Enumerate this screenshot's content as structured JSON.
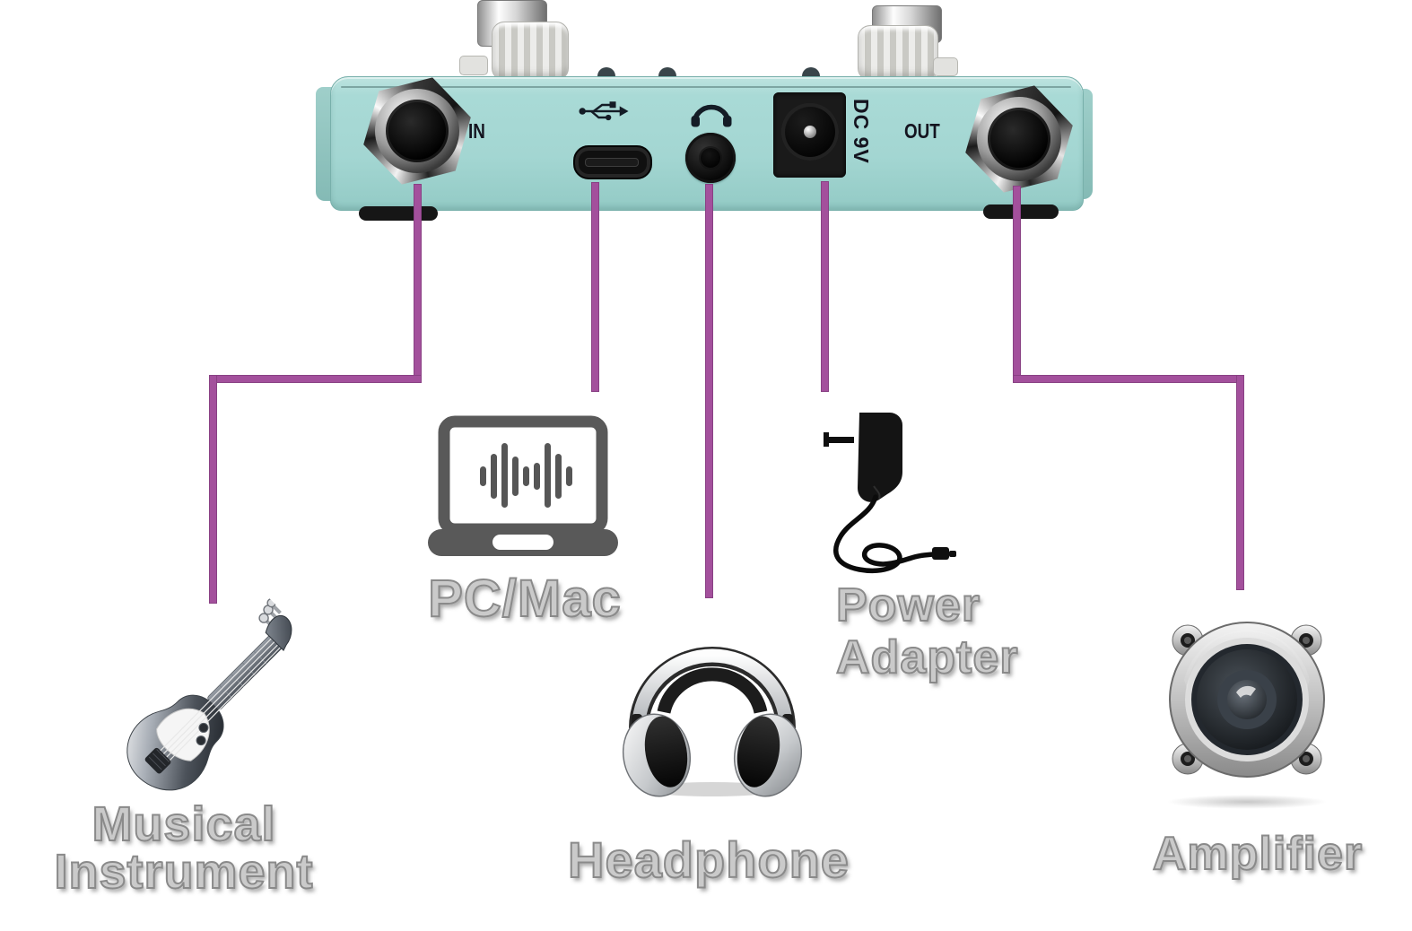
{
  "device": {
    "name": "pedal-rear-panel",
    "body_color": "#a6d8d4",
    "ports": {
      "in_label": "IN",
      "out_label": "OUT",
      "dc_label": "DC 9V",
      "usb_icon": "usb-icon",
      "headphone_icon": "headphone-icon"
    },
    "knob_count": 2
  },
  "wire_color": "#a3509c",
  "label_text_color": "#cacaca",
  "connections": [
    {
      "id": "musical-instrument",
      "icon": "electric-guitar-icon",
      "label_line1": "Musical",
      "label_line2": "Instrument"
    },
    {
      "id": "pc-mac",
      "icon": "laptop-audio-icon",
      "label": "PC/Mac"
    },
    {
      "id": "headphone",
      "icon": "headphones-icon",
      "label": "Headphone"
    },
    {
      "id": "power-adapter",
      "icon": "power-adapter-icon",
      "label_line1": "Power",
      "label_line2": "Adapter"
    },
    {
      "id": "amplifier",
      "icon": "speaker-icon",
      "label": "Amplifier"
    }
  ]
}
